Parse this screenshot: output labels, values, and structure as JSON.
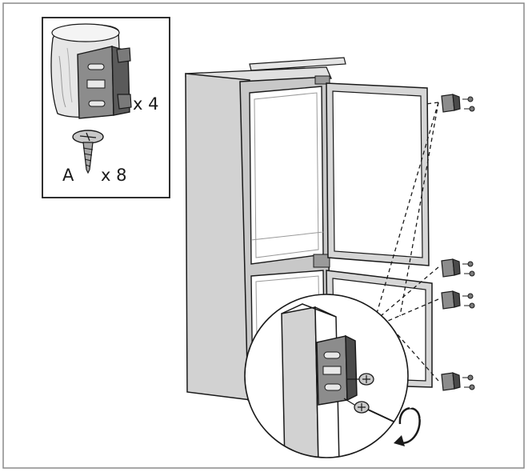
{
  "diagram": {
    "parts_box": {
      "bracket_quantity": "x 4",
      "screw_label": "A",
      "screw_quantity": "x 8"
    },
    "colors": {
      "line": "#1a1a1a",
      "panel_gray": "#d2d2d2",
      "panel_dark": "#b4b4b4",
      "part_gray": "#8c8c8c",
      "part_dark": "#5a5a5a",
      "frame": "#8a8a8a"
    }
  }
}
